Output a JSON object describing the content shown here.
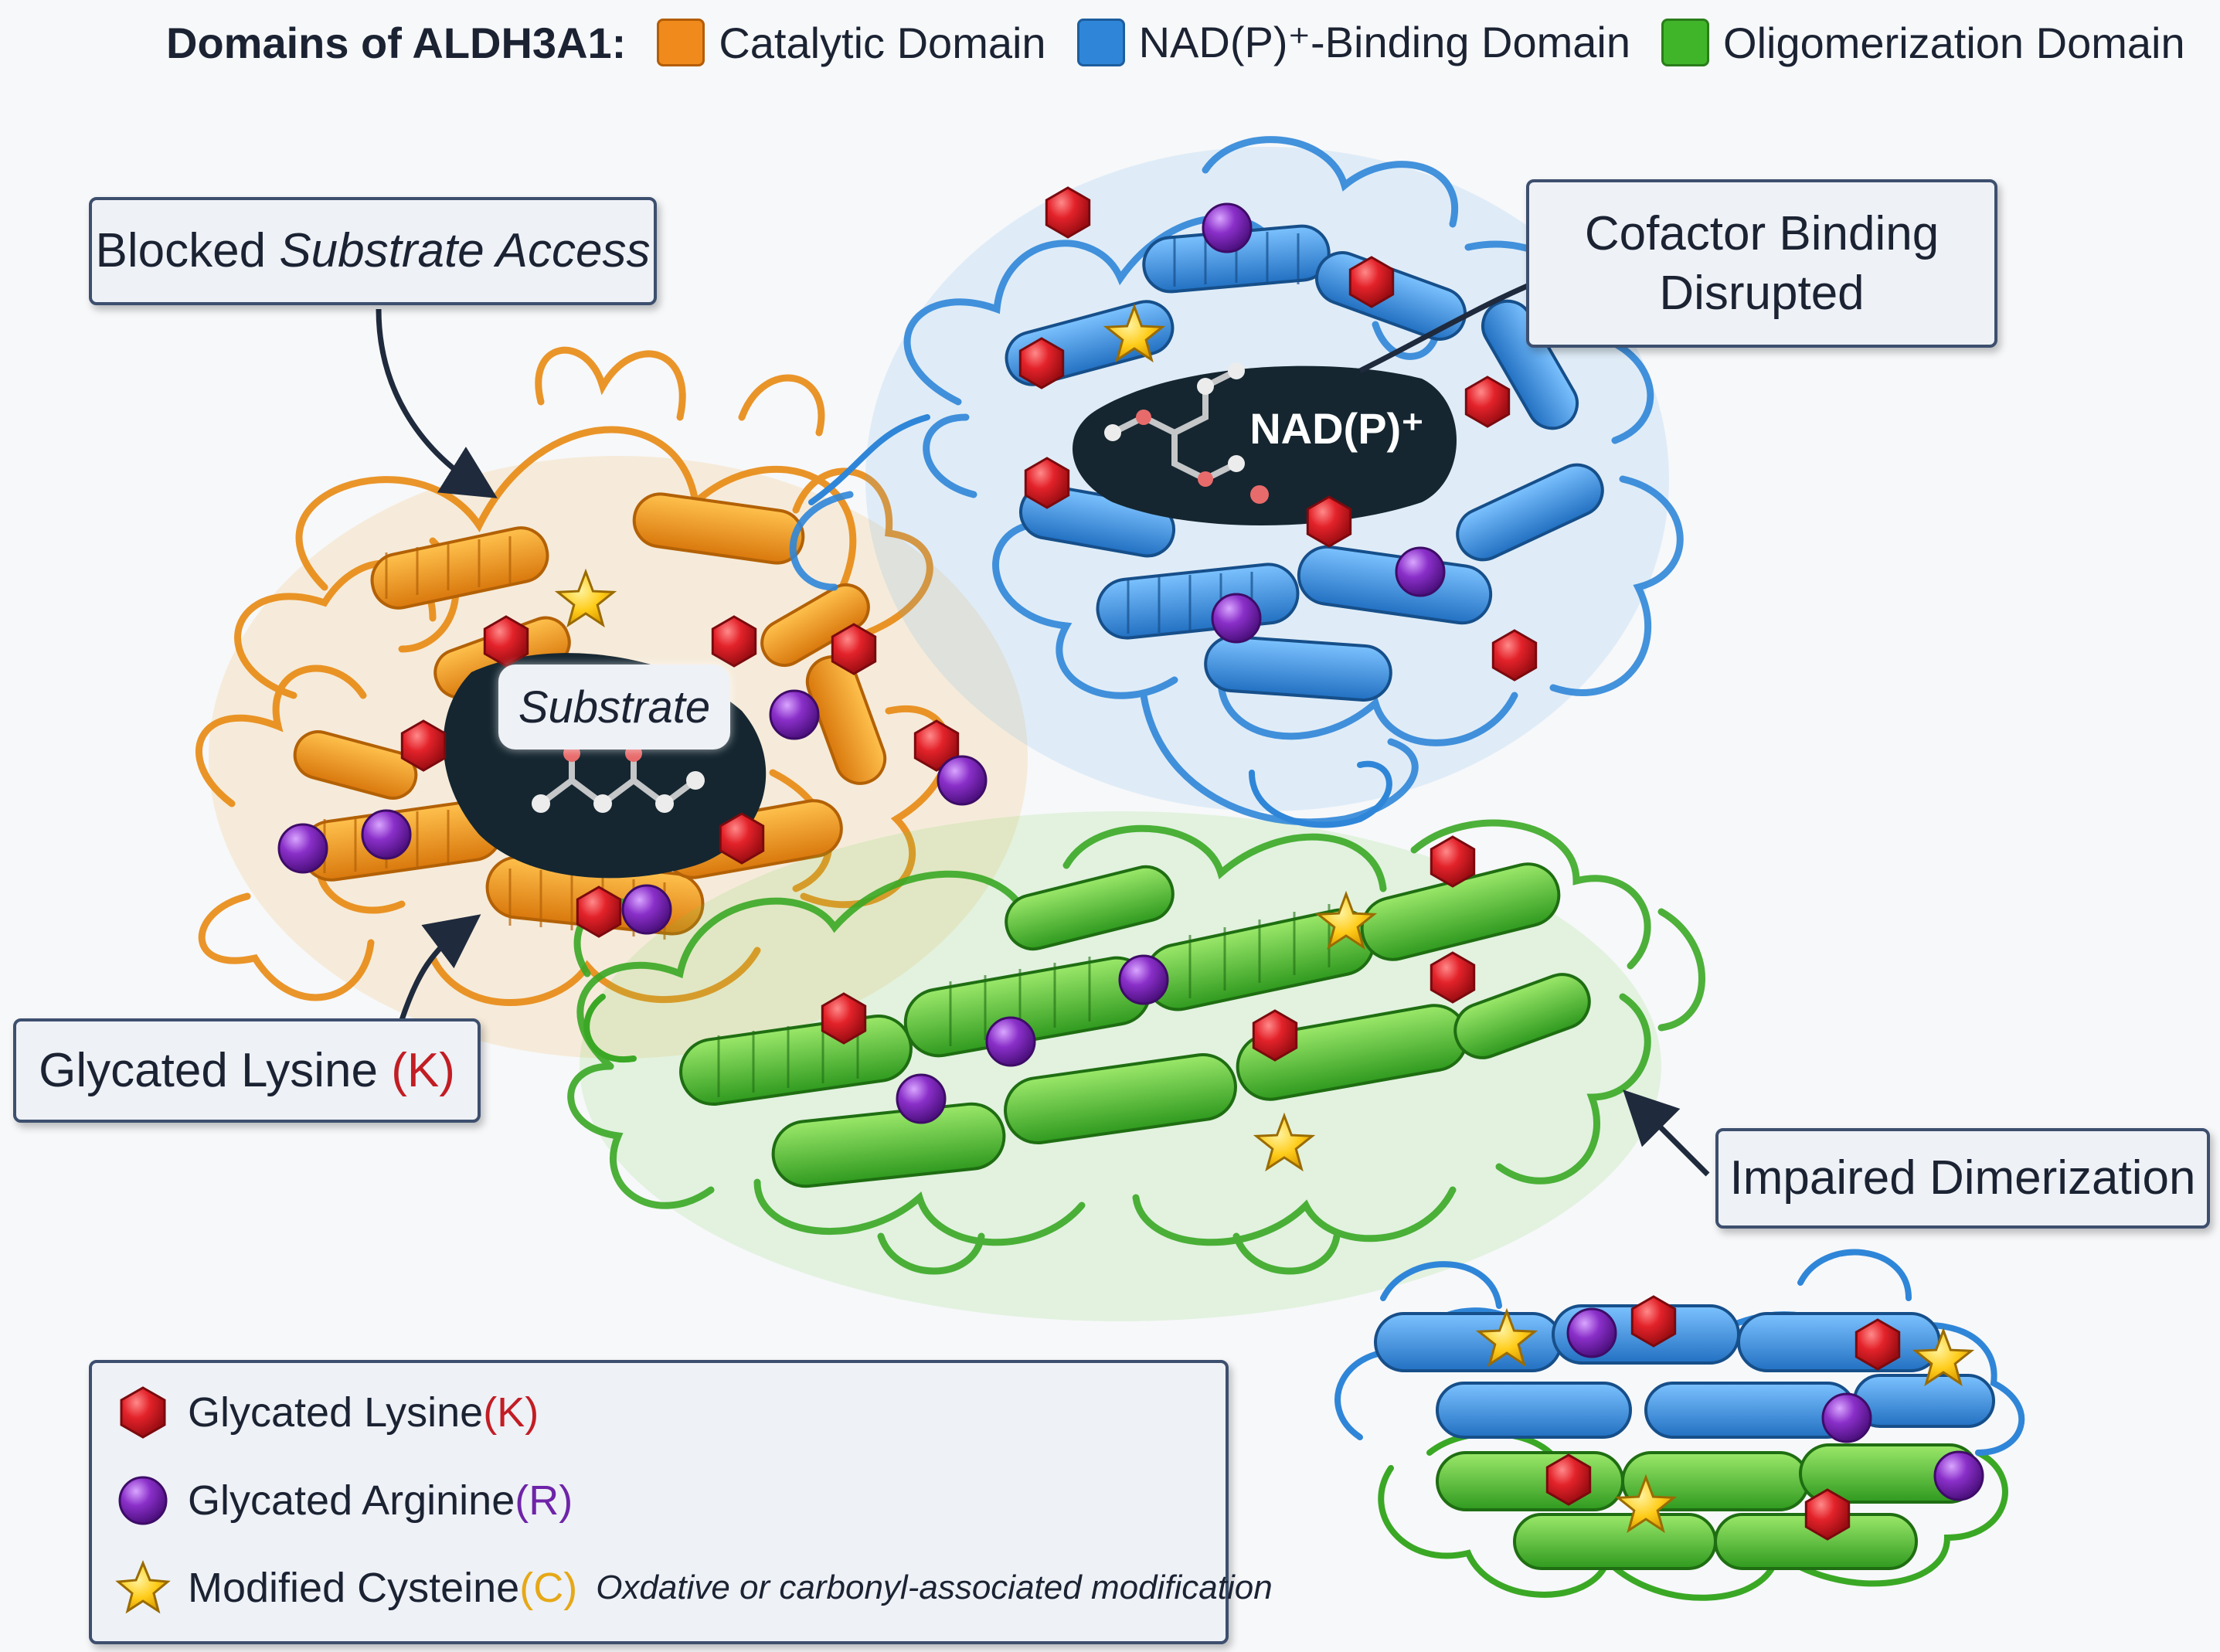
{
  "header": {
    "title": "Domains of ALDH3A1:",
    "domains": [
      {
        "label": "Catalytic Domain",
        "color": "#f08a1c"
      },
      {
        "label": "NAD(P)⁺-Binding Domain",
        "color": "#2f86d8"
      },
      {
        "label": "Oligomerization Domain",
        "color": "#41b52a"
      }
    ]
  },
  "callouts": {
    "blocked_prefix": "Blocked ",
    "blocked_italic": "Substrate Access",
    "cofactor_line1": "Cofactor Binding",
    "cofactor_line2": "Disrupted",
    "glycated_prefix": "Glycated Lysine ",
    "glycated_code": "(K)",
    "dimerization": "Impaired Dimerization"
  },
  "pocket_labels": {
    "substrate": "Substrate",
    "cofactor": "NAD(P)⁺"
  },
  "legend": {
    "lysine_label": "Glycated Lysine ",
    "lysine_code": "(K)",
    "arginine_label": "Glycated Arginine ",
    "arginine_code": "(R)",
    "cysteine_label": "Modified Cysteine ",
    "cysteine_code": "(C)",
    "cysteine_note": "Oxdative or carbonyl-associated modification"
  },
  "colors": {
    "catalytic": "#f08a1c",
    "nad_binding": "#2f86d8",
    "oligomerization": "#41b52a",
    "lysine": "#e0242b",
    "arginine": "#8a2fc9",
    "cysteine": "#ffcc1a"
  },
  "icons": [
    "red-hexagon-icon",
    "purple-circle-icon",
    "yellow-star-icon"
  ]
}
